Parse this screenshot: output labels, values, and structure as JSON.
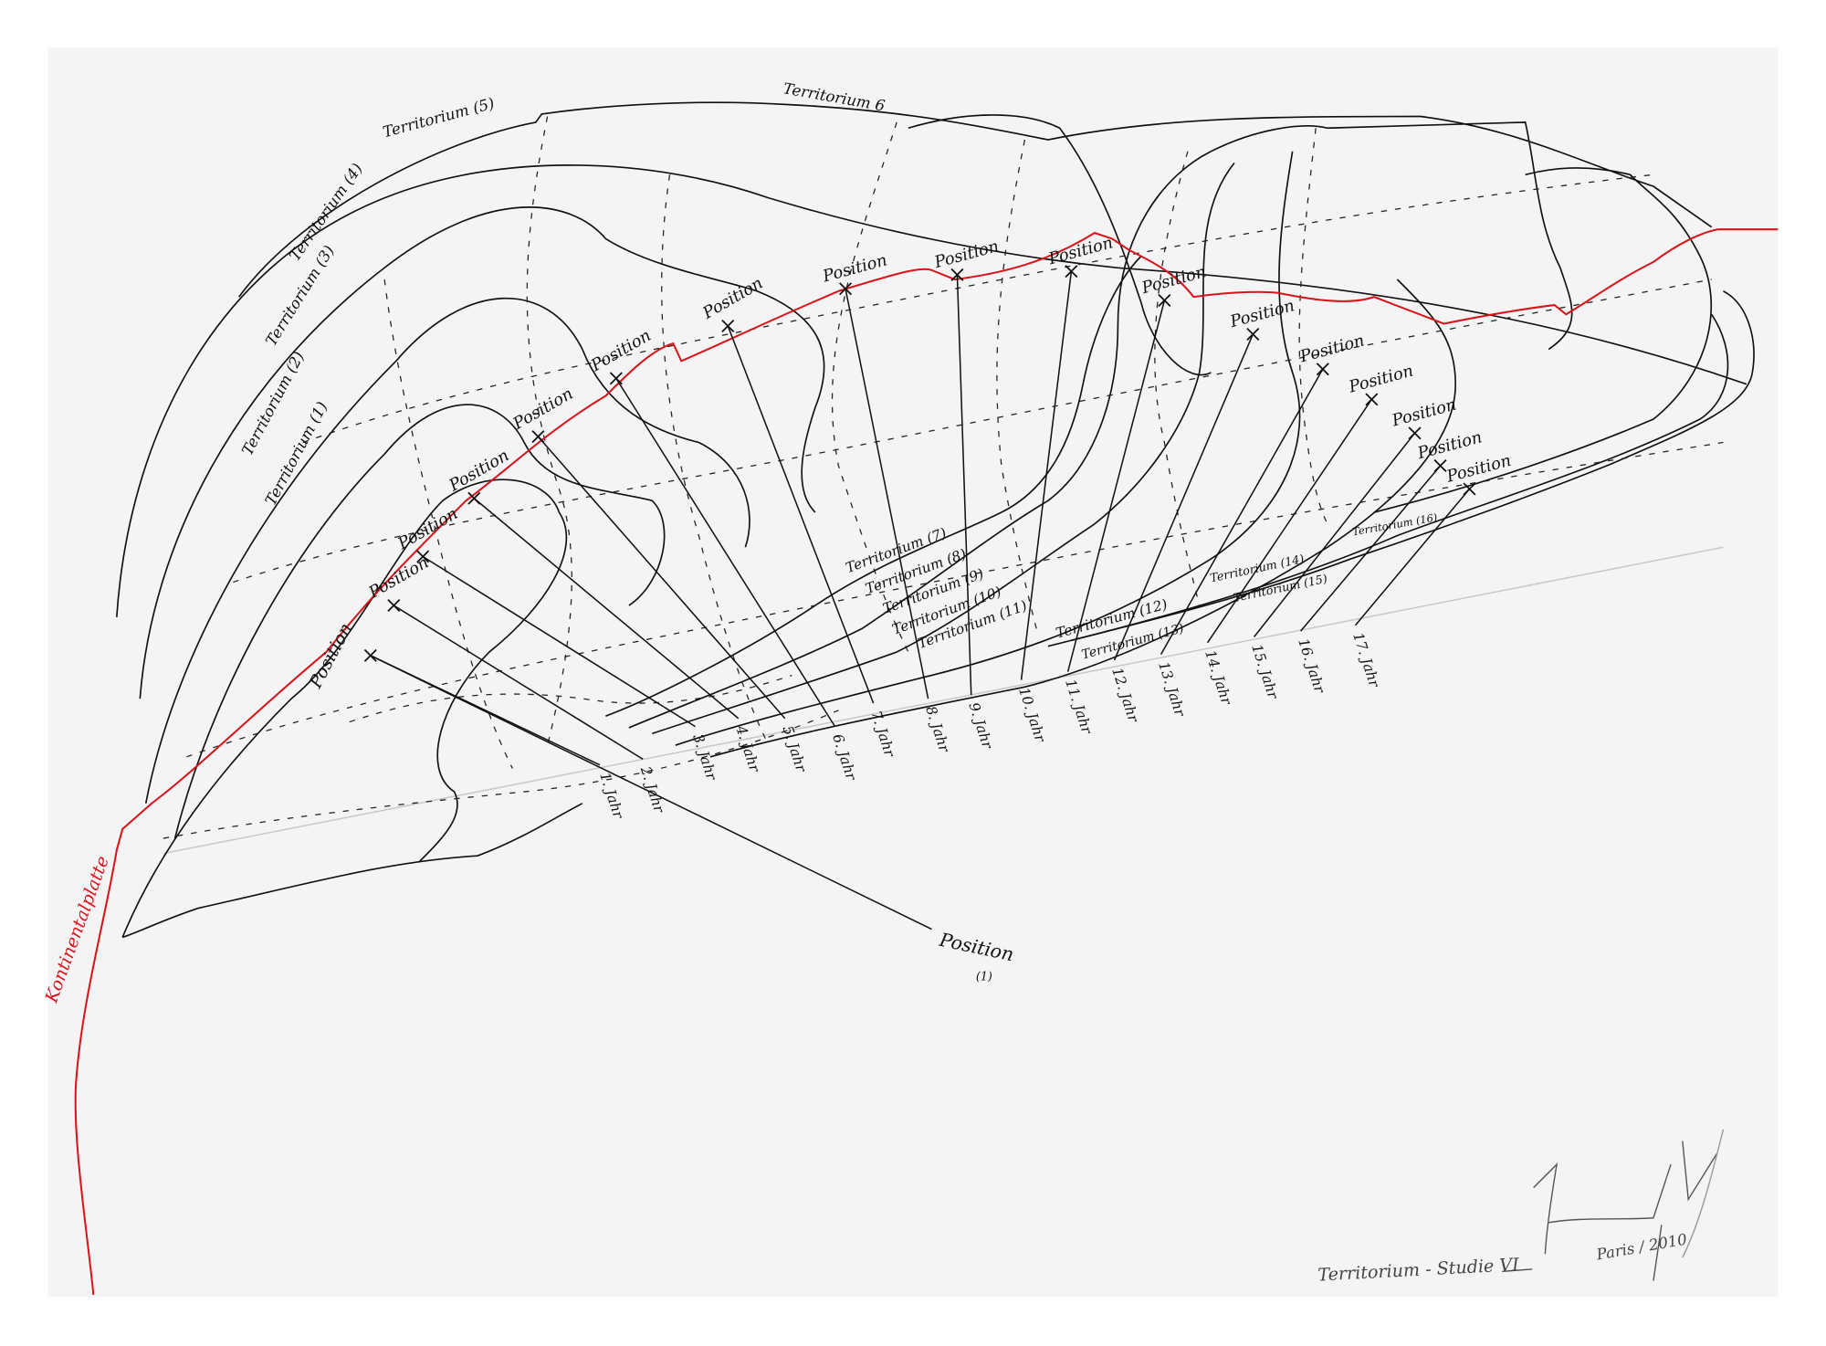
{
  "artwork": {
    "title": "Territorium - Studie VI",
    "place_date": "Paris / 2010",
    "signature": "signature",
    "red_line_label": "Kontinentalplatte",
    "colors": {
      "paper": "#f4f4f4",
      "ink": "#111111",
      "red_line": "#d8141c",
      "border": "#ffffff"
    }
  },
  "territories": [
    "Territorium (1)",
    "Territorium (2)",
    "Territorium (3)",
    "Territorium (4)",
    "Territorium (5)",
    "Territorium 6",
    "Territorium (7)",
    "Territorium (8)",
    "Territorium (9)",
    "Territorium (10)",
    "Territorium (11)",
    "Territorium (12)",
    "Territorium (13)",
    "Territorium (14)",
    "Territorium (15)",
    "Territorium (16)"
  ],
  "positions": {
    "label": "Position",
    "first_label": "Position",
    "first_index": "(1)",
    "count_labels": [
      "Position",
      "Position",
      "Position",
      "Position",
      "Position",
      "Position",
      "Position",
      "Position",
      "Position",
      "Position",
      "Position",
      "Position",
      "Position",
      "Position",
      "Position",
      "Position"
    ]
  },
  "years": [
    "1. Jahr",
    "2. Jahr",
    "3. Jahr",
    "4. Jahr",
    "5. Jahr",
    "6. Jahr",
    "7. Jahr",
    "8. Jahr",
    "9. Jahr",
    "10. Jahr",
    "11. Jahr",
    "12. Jahr",
    "13. Jahr",
    "14. Jahr",
    "15. Jahr",
    "16. Jahr",
    "17. Jahr"
  ]
}
